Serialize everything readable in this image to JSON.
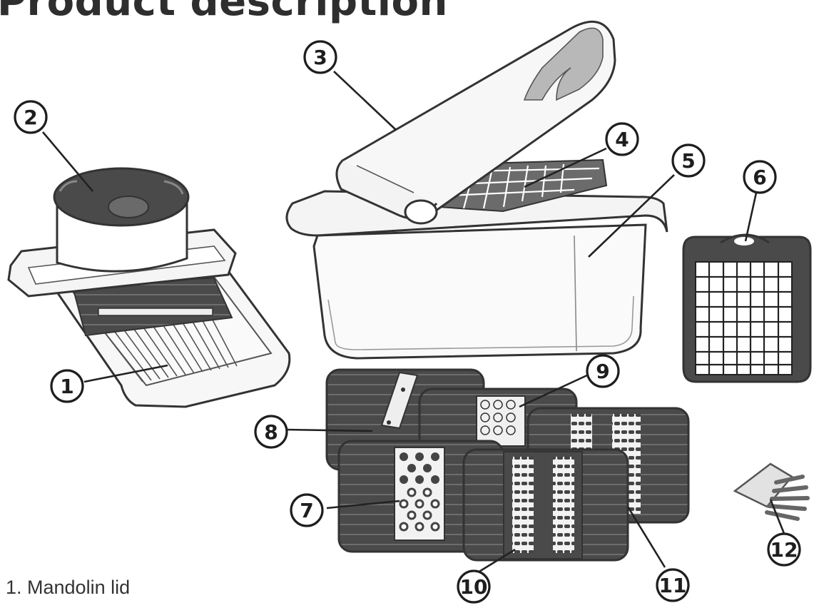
{
  "title": "Product description",
  "captions": [
    "1.  Mandolin lid"
  ],
  "callouts": [
    {
      "number": "1",
      "part": "mandolin"
    },
    {
      "number": "2",
      "part": "food-holder"
    },
    {
      "number": "3",
      "part": "chopper-lid"
    },
    {
      "number": "4",
      "part": "chopping-grid"
    },
    {
      "number": "5",
      "part": "container"
    },
    {
      "number": "6",
      "part": "dicing-blade"
    },
    {
      "number": "7",
      "part": "grater-blade"
    },
    {
      "number": "8",
      "part": "slicing-blade"
    },
    {
      "number": "9",
      "part": "fine-grater-blade"
    },
    {
      "number": "10",
      "part": "julienne-blade"
    },
    {
      "number": "11",
      "part": "coarse-julienne-blade"
    },
    {
      "number": "12",
      "part": "cleaning-comb"
    }
  ],
  "colors": {
    "outline": "#333333",
    "dark_part": "#4a4a4a",
    "light_part": "#f6f6f6",
    "badge_fill": "#ffffff"
  }
}
